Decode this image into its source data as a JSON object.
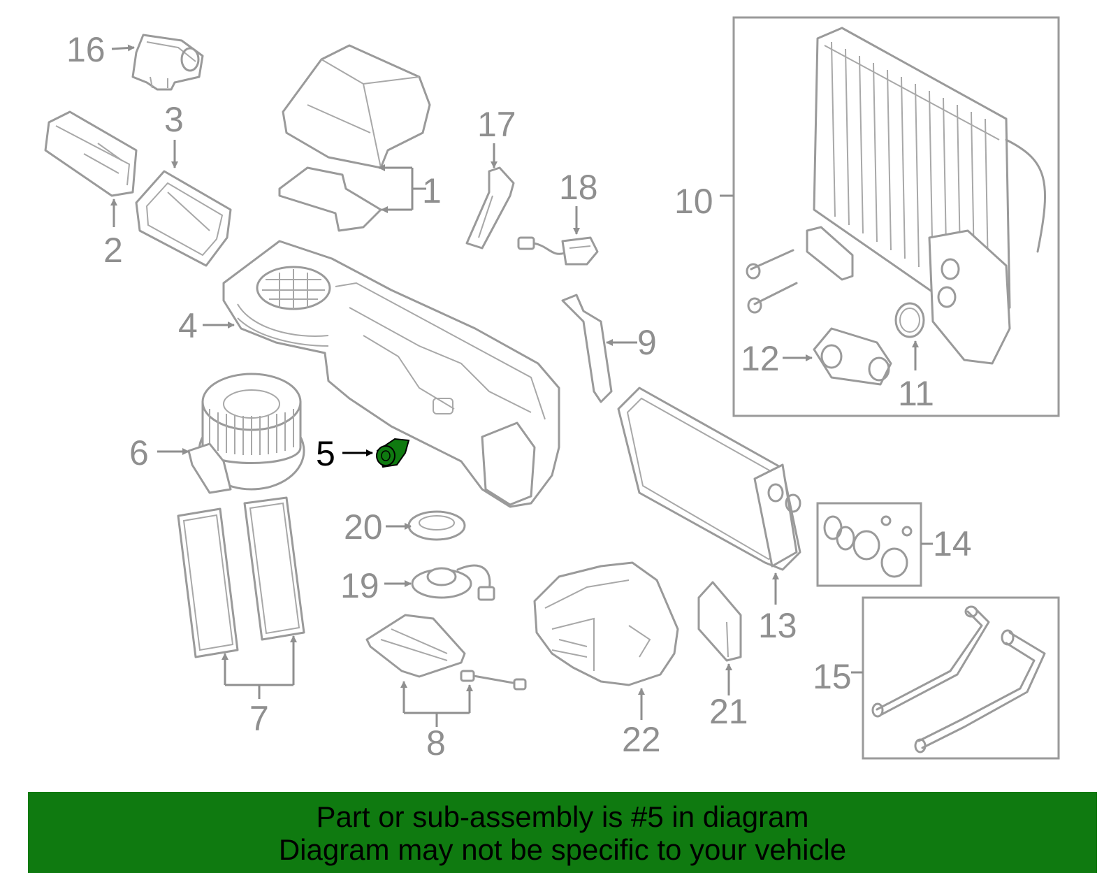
{
  "diagram": {
    "highlight_color": "#0f7a10",
    "line_color": "#9a9a9a",
    "highlighted_callout": "5",
    "callouts": {
      "c1": "1",
      "c2": "2",
      "c3": "3",
      "c4": "4",
      "c5": "5",
      "c6": "6",
      "c7": "7",
      "c8": "8",
      "c9": "9",
      "c10": "10",
      "c11": "11",
      "c12": "12",
      "c13": "13",
      "c14": "14",
      "c15": "15",
      "c16": "16",
      "c17": "17",
      "c18": "18",
      "c19": "19",
      "c20": "20",
      "c21": "21",
      "c22": "22"
    }
  },
  "footer": {
    "line1": "Part or sub-assembly is #5 in diagram",
    "line2": "Diagram may not be specific to your vehicle",
    "background": "#0f7a10"
  }
}
